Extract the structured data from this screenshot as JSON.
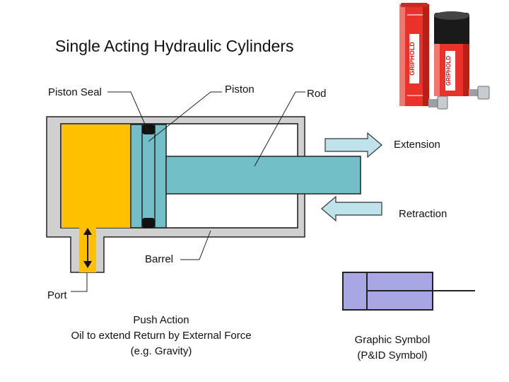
{
  "title": "Single Acting Hydraulic Cylinders",
  "labels": {
    "piston_seal": "Piston Seal",
    "piston": "Piston",
    "rod": "Rod",
    "extension": "Extension",
    "retraction": "Retraction",
    "barrel": "Barrel",
    "port": "Port"
  },
  "caption_left": {
    "line1": "Push Action",
    "line2": "Oil to extend Return by External Force",
    "line3": "(e.g. Gravity)"
  },
  "caption_right": {
    "line1": "Graphic Symbol",
    "line2": "(P&ID Symbol)"
  },
  "product_brand": "GRIPHOLD",
  "colors": {
    "barrel_wall": "#d0d0d0",
    "oil": "#ffc000",
    "piston_rod": "#72bfc7",
    "arrow_fill": "#bfe3ea",
    "symbol_fill": "#a9a6e4",
    "cylinder_red": "#e8322a",
    "cylinder_black": "#1a1a1a"
  }
}
